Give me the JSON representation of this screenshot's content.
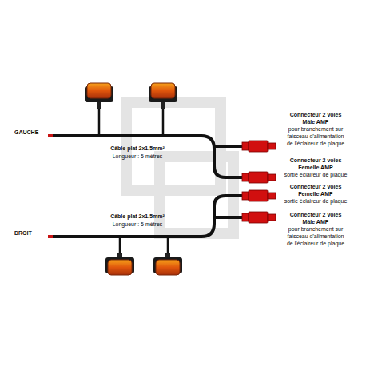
{
  "diagram": {
    "labels": [
      "Connecteur 2 voies",
      "Mâle AMP",
      "pour branchement sur",
      "faisceau d'alimentation",
      "de l'éclaireur de plaque",
      "GAUCHE",
      "Câble plat 2x1.5mm²",
      "Longueur : 5 mètres",
      "Connecteur 2 voies",
      "Femelle AMP",
      "sortie éclaireur de plaque",
      "Connecteur 2 voies",
      "Femelle AMP",
      "sortie éclaireur de plaque",
      "Connecteur 2 voies",
      "Mâle AMP",
      "pour branchement sur",
      "faisceau d'alimentation",
      "de l'éclaireur de plaque",
      "Câble plat 2x1.5mm²",
      "Longueur : 5 mètres",
      "DROIT"
    ]
  }
}
